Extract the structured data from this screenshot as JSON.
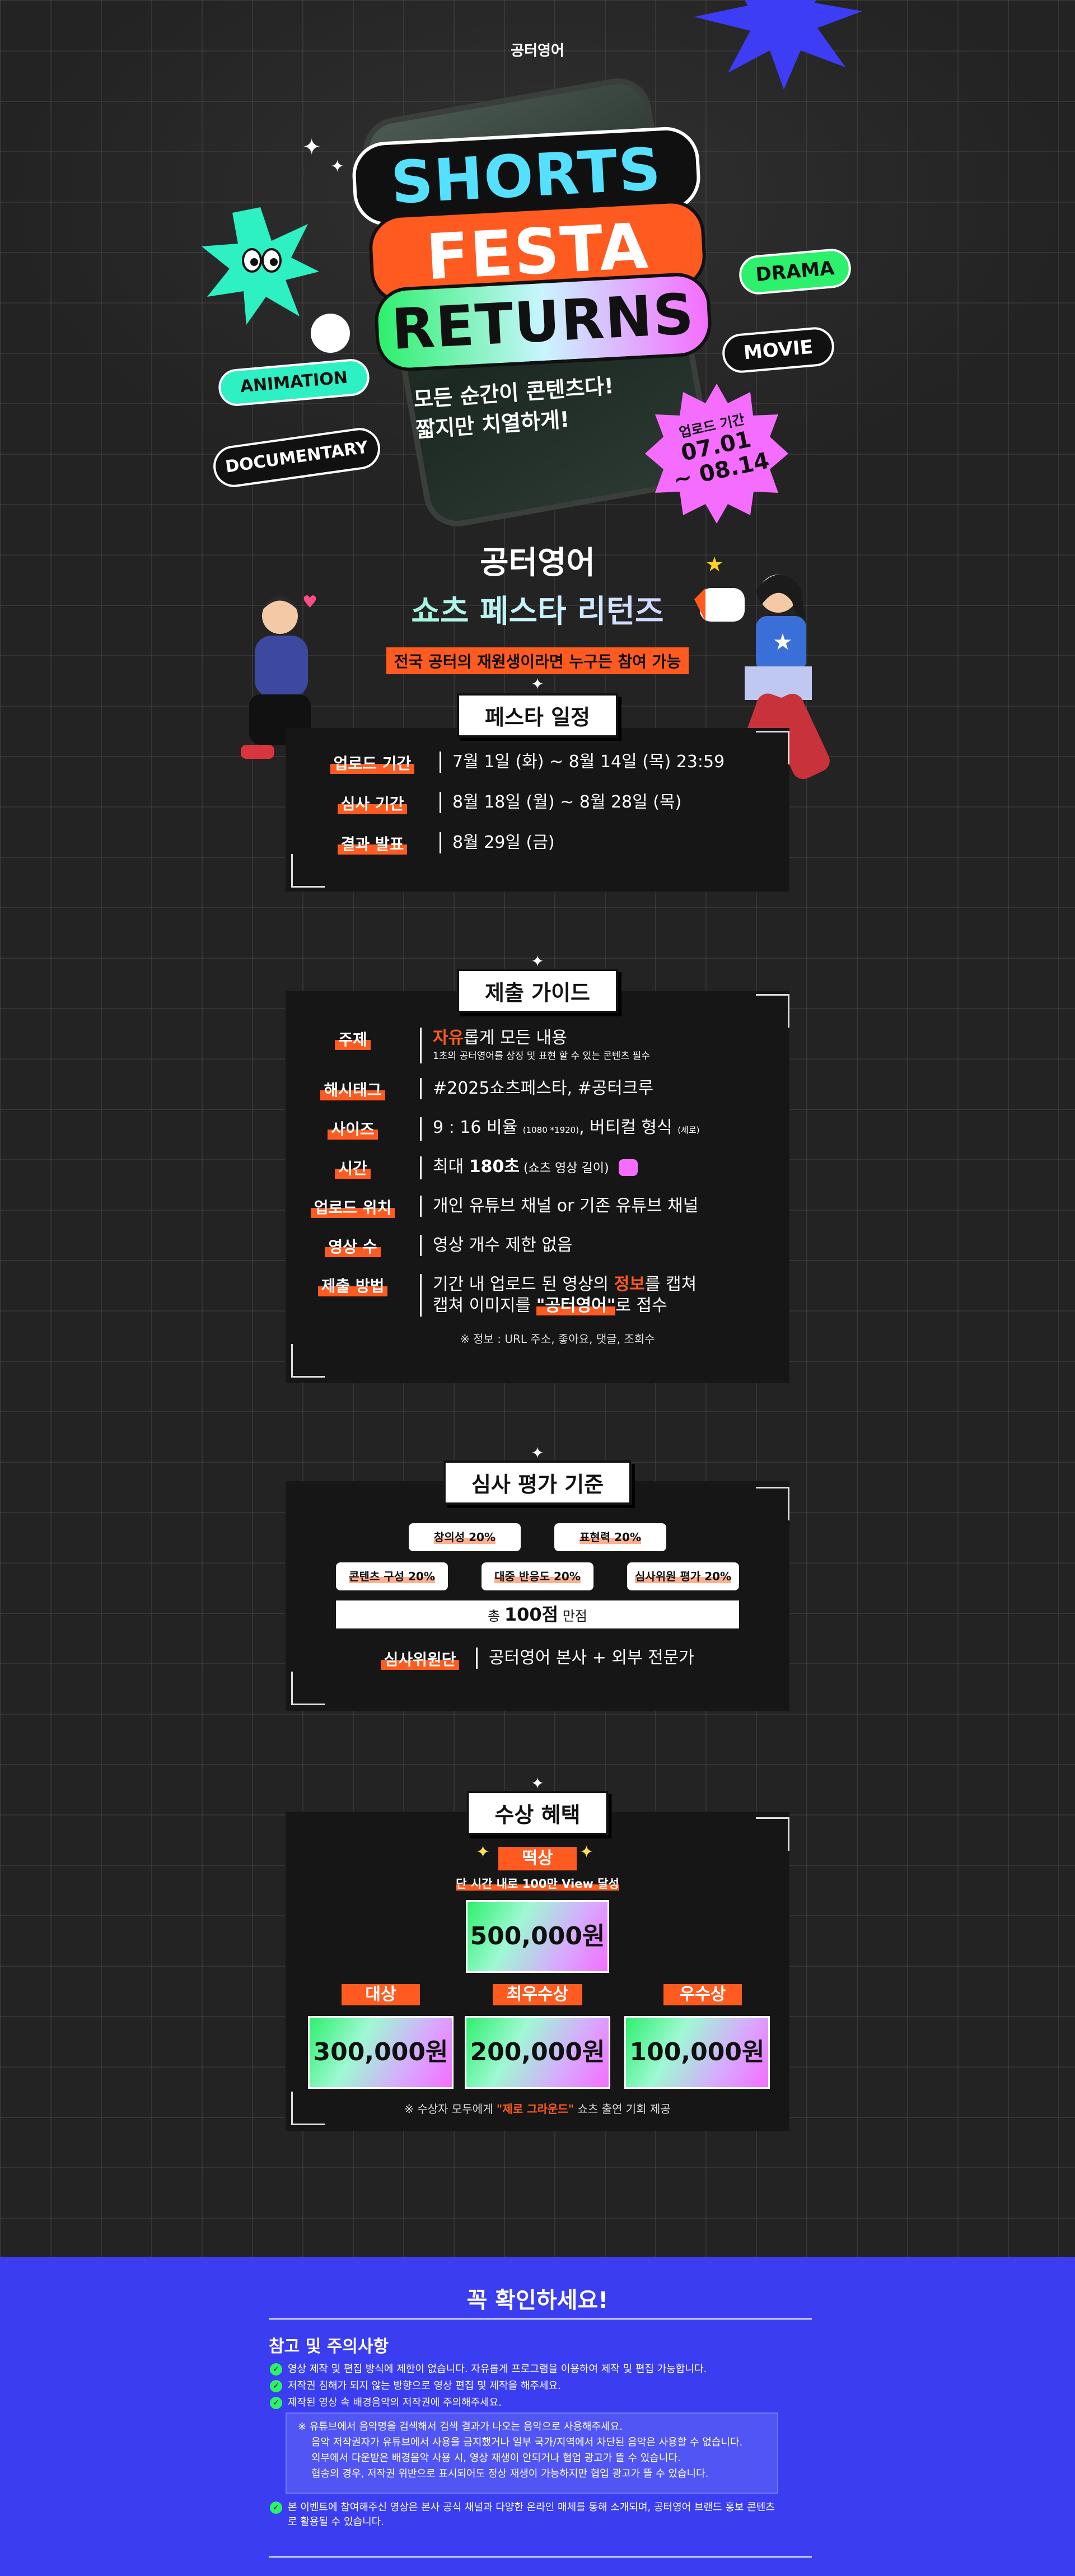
{
  "brand": "공터영어",
  "hero": {
    "title_line1": "SHORTS",
    "title_line2": "FESTA",
    "title_line3": "RETURNS",
    "tagline_line1": "모든 순간이 콘텐츠다!",
    "tagline_line2": "짧지만 치열하게!",
    "tags": {
      "drama": "DRAMA",
      "movie": "MOVIE",
      "animation": "ANIMATION",
      "documentary": "DOCUMENTARY"
    },
    "burst_label": "업로드 기간",
    "burst_date1": "07.01",
    "burst_date2": "~ 08.14"
  },
  "headline": {
    "main": "공터영어",
    "sub": "쇼츠 페스타 리턴즈",
    "note": "전국 공터의 재원생이라면 누구든 참여 가능"
  },
  "schedule": {
    "title": "페스타 일정",
    "rows": [
      {
        "label": "업로드 기간",
        "value": "7월 1일 (화) ~ 8월 14일 (목) 23:59"
      },
      {
        "label": "심사 기간",
        "value": "8월 18일 (월) ~ 8월 28일 (목)"
      },
      {
        "label": "결과 발표",
        "value": "8월 29일 (금)"
      }
    ]
  },
  "guide": {
    "title": "제출 가이드",
    "theme_label": "주제",
    "theme_hl": "자유",
    "theme_rest": "롭게 모든 내용",
    "theme_sub": "1초의 공터영어를 상징 및 표현 할 수 있는 콘텐츠 필수",
    "hashtag_label": "해시태그",
    "hashtag_value": "#2025쇼츠페스타, #공터크루",
    "size_label": "사이즈",
    "size_value": "9 : 16 비율",
    "size_px": "(1080 *1920)",
    "size_value2": ", 버티컬 형식",
    "size_vertical": "(세로)",
    "time_label": "시간",
    "time_prefix": "최대 ",
    "time_bold": "180초",
    "time_suffix": " (쇼츠 영상 길이)",
    "upload_label": "업로드 위치",
    "upload_value": "개인 유튜브 채널 or 기존 유튜브 채널",
    "count_label": "영상 수",
    "count_value": "영상 개수 제한 없음",
    "method_label": "제출 방법",
    "method_line1_a": "기간 내 업로드 된 영상의 ",
    "method_line1_hl": "정보",
    "method_line1_b": "를 캡쳐",
    "method_line2_a": "캡쳐 이미지를 ",
    "method_line2_hl": "\"공터영어\"",
    "method_line2_b": "로 접수",
    "method_note": "※ 정보 : URL 주소, 좋아요, 댓글, 조회수"
  },
  "criteria": {
    "title": "심사 평가 기준",
    "items": [
      "창의성 20%",
      "표현력 20%",
      "콘텐츠 구성 20%",
      "대중 반응도 20%",
      "심사위원 평가 20%"
    ],
    "total_prefix": "총 ",
    "total_bold": "100점",
    "total_suffix": " 만점",
    "judge_label": "심사위원단",
    "judge_value": "공터영어 본사 + 외부 전문가"
  },
  "prizes": {
    "title": "수상 혜택",
    "special_label": "떡상",
    "special_condition": "단 시간 내로 100만 View 달성",
    "special_amount": "500,000원",
    "grand_label": "대상",
    "grand_amount": "300,000원",
    "excellence_label": "최우수상",
    "excellence_amount": "200,000원",
    "merit_label": "우수상",
    "merit_amount": "100,000원",
    "footnote_a": "※ 수상자 모두에게 ",
    "footnote_hl": "\"제로 그라운드\"",
    "footnote_b": " 쇼츠 출연 기회 제공"
  },
  "notice": {
    "title": "꼭 확인하세요!",
    "subtitle": "참고 및 주의사항",
    "items": [
      "영상 제작 및 편집 방식에 제한이 없습니다. 자유롭게 프로그램을 이용하여 제작 및 편집 가능합니다.",
      "저작권 침해가 되지 않는 방향으로 영상 편집 및 제작을 해주세요.",
      "제작된 영상 속 배경음악의 저작권에 주의해주세요."
    ],
    "box_lines": [
      "※ 유튜브에서 음악명을 검색해서 검색 결과가 나오는 음악으로 사용해주세요.",
      "음악 저작권자가 유튜브에서 사용을 금지했거나 일부 국가/지역에서 차단된 음악은 사용할 수 없습니다.",
      "외부에서 다운받은 배경음악 사용 시, 영상 재생이 안되거나 협업 광고가 뜰 수 있습니다.",
      "협송의 경우, 저작권 위반으로 표시되어도 정상 재생이 가능하지만 협업 광고가 뜰 수 있습니다."
    ],
    "last_line1": "본 이벤트에 참여해주신 영상은 본사 공식 채널과 다양한 온라인 매체를 통해 소개되며, 공터영어 브랜드 홍보 콘텐츠",
    "last_line2": "로 활용될 수 있습니다."
  },
  "colors": {
    "accent": "#ff5a1f",
    "green": "#2df06d",
    "pink": "#f56dff",
    "blue": "#3a3df0",
    "bg": "#222222"
  }
}
